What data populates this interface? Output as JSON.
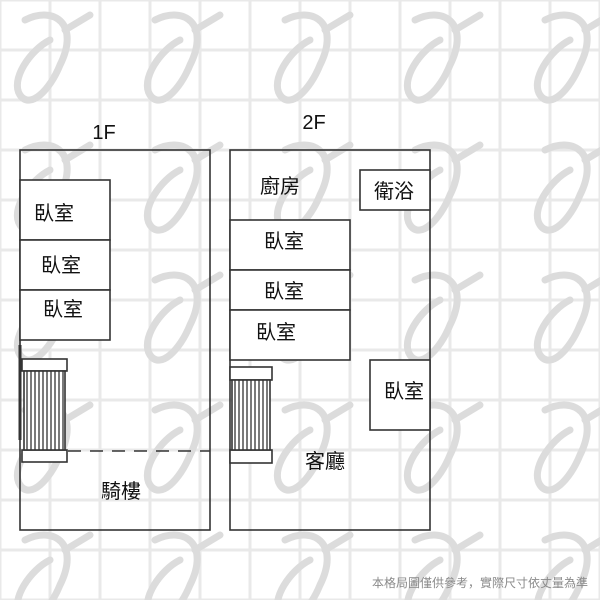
{
  "floors": {
    "first": {
      "label": "1F",
      "rooms": {
        "bedroom_a": "臥室",
        "bedroom_b": "臥室",
        "bedroom_c": "臥室",
        "arcade": "騎樓"
      }
    },
    "second": {
      "label": "2F",
      "rooms": {
        "kitchen": "廚房",
        "bathroom": "衛浴",
        "bedroom_a": "臥室",
        "bedroom_b": "臥室",
        "bedroom_c": "臥室",
        "bedroom_d": "臥室",
        "living": "客廳"
      }
    }
  },
  "disclaimer": "本格局圖僅供參考，實際尺寸依丈量為準",
  "colors": {
    "line": "#333333",
    "grid": "#e9e9e9",
    "watermark": "#dcdcdc",
    "disclaimer": "#8a8a8a"
  },
  "icons": {
    "stairs": "stairs-icon",
    "watermark": "logo-watermark"
  }
}
